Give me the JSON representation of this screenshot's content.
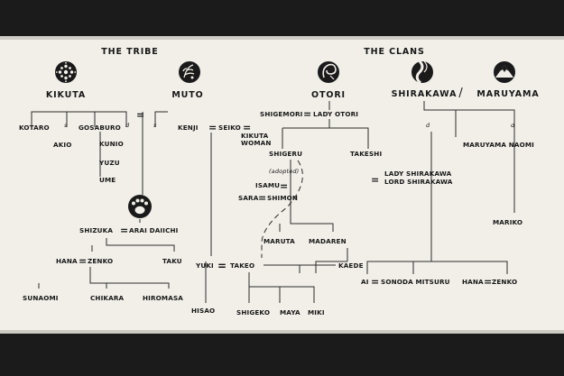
{
  "headers": {
    "tribe": "THE TRIBE",
    "clans": "THE CLANS"
  },
  "groups": {
    "kikuta": "KIKUTA",
    "muto": "MUTO",
    "otori": "OTORI",
    "shirakawa": "SHIRAKAWA",
    "slash": "/",
    "maruyama": "MARUYAMA"
  },
  "symbols": {
    "kikuta": "kikuta-crest-icon",
    "muto": "muto-crest-icon",
    "otori": "otori-heron-crest-icon",
    "shirakawa": "shirakawa-river-crest-icon",
    "maruyama": "maruyama-mountain-crest-icon",
    "paw": "bear-paw-icon"
  },
  "marks": {
    "eq": "=",
    "s": "s",
    "d": "d"
  },
  "people": {
    "kotaro": "KOTARO",
    "akio": "AKIO",
    "gosaburo": "GOSABURO",
    "kunio": "KUNIO",
    "yuzu": "YUZU",
    "ume": "UME",
    "kenji": "KENJI",
    "seiko": "SEIKO",
    "kikuta_woman_1": "KIKUTA",
    "kikuta_woman_2": "WOMAN",
    "shigemori": "SHIGEMORI",
    "lady_otori": "LADY OTORI",
    "shigeru": "SHIGERU",
    "takeshi": "TAKESHI",
    "adopted": "(adopted)",
    "isamu": "ISAMU",
    "sara": "SARA",
    "shimon": "SHIMON",
    "maruta": "MARUTA",
    "madaren": "MADAREN",
    "maruyama_naomi": "MARUYAMA NAOMI",
    "lady_shirakawa": "LADY SHIRAKAWA",
    "lord_shirakawa": "LORD SHIRAKAWA",
    "mariko": "MARIKO",
    "shizuka": "SHIZUKA",
    "arai": "ARAI DAIICHI",
    "hana": "HANA",
    "zenko": "ZENKO",
    "taku": "TAKU",
    "sunaomi": "SUNAOMI",
    "chikara": "CHIKARA",
    "hiromasa": "HIROMASA",
    "yuki": "YUKI",
    "takeo": "TAKEO",
    "hisao": "HISAO",
    "kaede": "KAEDE",
    "ai": "AI",
    "sonoda": "SONODA MITSURU",
    "hana2": "HANA",
    "zenko2": "ZENKO",
    "shigeko": "SHIGEKO",
    "maya": "MAYA",
    "miki": "MIKI"
  },
  "colors": {
    "paper": "#f2efe9",
    "ink": "#171717",
    "band": "#1c1b1b"
  }
}
